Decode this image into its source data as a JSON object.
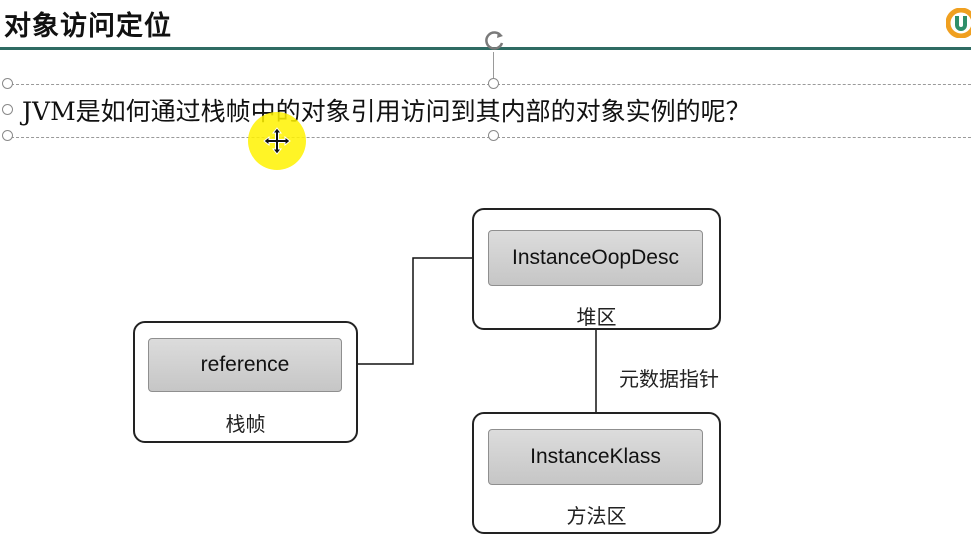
{
  "slide": {
    "title": "对象访问定位",
    "question": "JVM是如何通过栈帧中的对象引用访问到其内部的对象实例的呢？"
  },
  "diagram": {
    "stack_frame": {
      "inner": "reference",
      "label": "栈帧"
    },
    "heap": {
      "inner": "InstanceOopDesc",
      "label": "堆区"
    },
    "method_area": {
      "inner": "InstanceKlass",
      "label": "方法区"
    },
    "arrow_label": "元数据指针"
  },
  "colors": {
    "title_rule": "#2f6b63",
    "highlight": "#fff200",
    "inner_box": "#cfcfcf"
  },
  "icons": {
    "logo": "logo-icon",
    "rotate": "rotate-handle-icon",
    "cursor": "move-cursor-icon"
  }
}
